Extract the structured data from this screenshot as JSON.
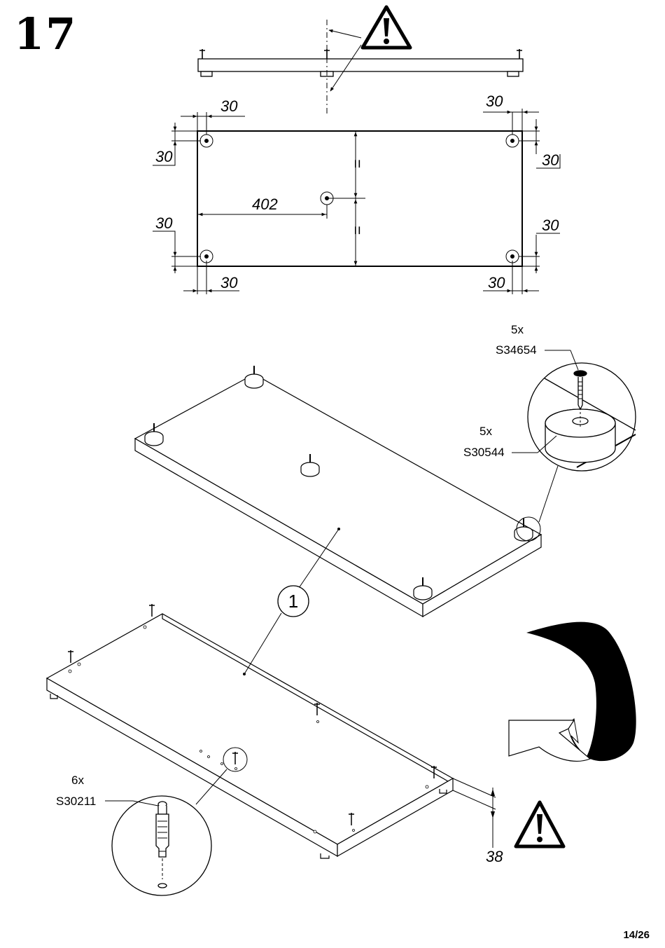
{
  "step": {
    "number": "17"
  },
  "page": {
    "label": "14/26"
  },
  "drilling": {
    "center_distance": "402",
    "edge_offset": "30",
    "equal_mark": "="
  },
  "parts": {
    "screw": {
      "qty": "5x",
      "code": "S34654"
    },
    "foot": {
      "qty": "5x",
      "code": "S30544"
    },
    "dowel": {
      "qty": "6x",
      "code": "S30211"
    }
  },
  "panel": {
    "number": "1"
  },
  "height": {
    "value": "38"
  },
  "icons": [
    "warning-icon",
    "rotate-arrow-icon",
    "magnifier-callout-icon"
  ]
}
